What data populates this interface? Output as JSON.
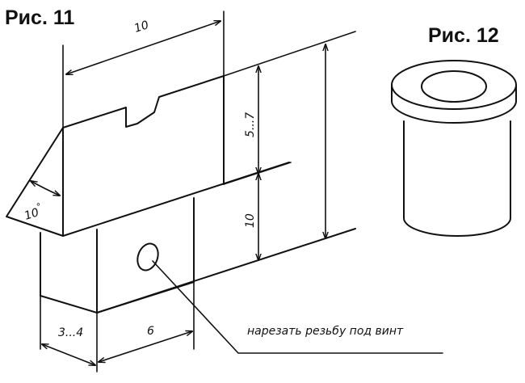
{
  "figures": [
    {
      "title": "Рис. 11",
      "dimensions": {
        "top_width": "10",
        "slot_height": "5...7",
        "lower_height": "10",
        "angle": "10",
        "angle_unit": "°",
        "left_width": "3...4",
        "right_width": "6"
      },
      "note": "нарезать резьбу под винт"
    },
    {
      "title": "Рис. 12"
    }
  ]
}
